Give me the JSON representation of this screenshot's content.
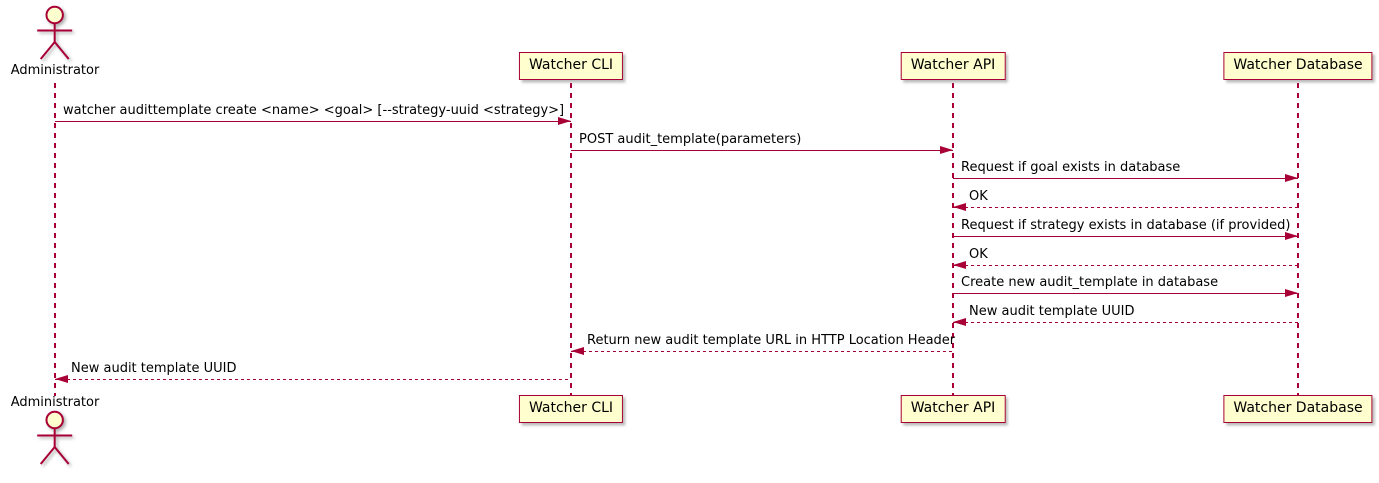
{
  "diagram": {
    "kind": "uml-sequence-diagram",
    "colors": {
      "accent": "#A80036",
      "participant_fill": "#FEFECE",
      "text": "#000000",
      "background": "#FFFFFF"
    },
    "participants": [
      {
        "name": "Administrator",
        "kind": "actor"
      },
      {
        "name": "Watcher CLI",
        "kind": "participant"
      },
      {
        "name": "Watcher API",
        "kind": "participant"
      },
      {
        "name": "Watcher Database",
        "kind": "participant"
      }
    ],
    "messages": [
      {
        "from": "Administrator",
        "to": "Watcher CLI",
        "line": "solid",
        "text": "watcher audittemplate create <name> <goal> [--strategy-uuid <strategy>]"
      },
      {
        "from": "Watcher CLI",
        "to": "Watcher API",
        "line": "solid",
        "text": "POST audit_template(parameters)"
      },
      {
        "from": "Watcher API",
        "to": "Watcher Database",
        "line": "solid",
        "text": "Request if goal exists in database"
      },
      {
        "from": "Watcher Database",
        "to": "Watcher API",
        "line": "dashed",
        "text": "OK"
      },
      {
        "from": "Watcher API",
        "to": "Watcher Database",
        "line": "solid",
        "text": "Request if strategy exists in database (if provided)"
      },
      {
        "from": "Watcher Database",
        "to": "Watcher API",
        "line": "dashed",
        "text": "OK"
      },
      {
        "from": "Watcher API",
        "to": "Watcher Database",
        "line": "solid",
        "text": "Create new audit_template in database"
      },
      {
        "from": "Watcher Database",
        "to": "Watcher API",
        "line": "dashed",
        "text": "New audit template UUID"
      },
      {
        "from": "Watcher API",
        "to": "Watcher CLI",
        "line": "dashed",
        "text": "Return new audit template URL in HTTP Location Header"
      },
      {
        "from": "Watcher CLI",
        "to": "Administrator",
        "line": "dashed",
        "text": "New audit template UUID"
      }
    ]
  }
}
